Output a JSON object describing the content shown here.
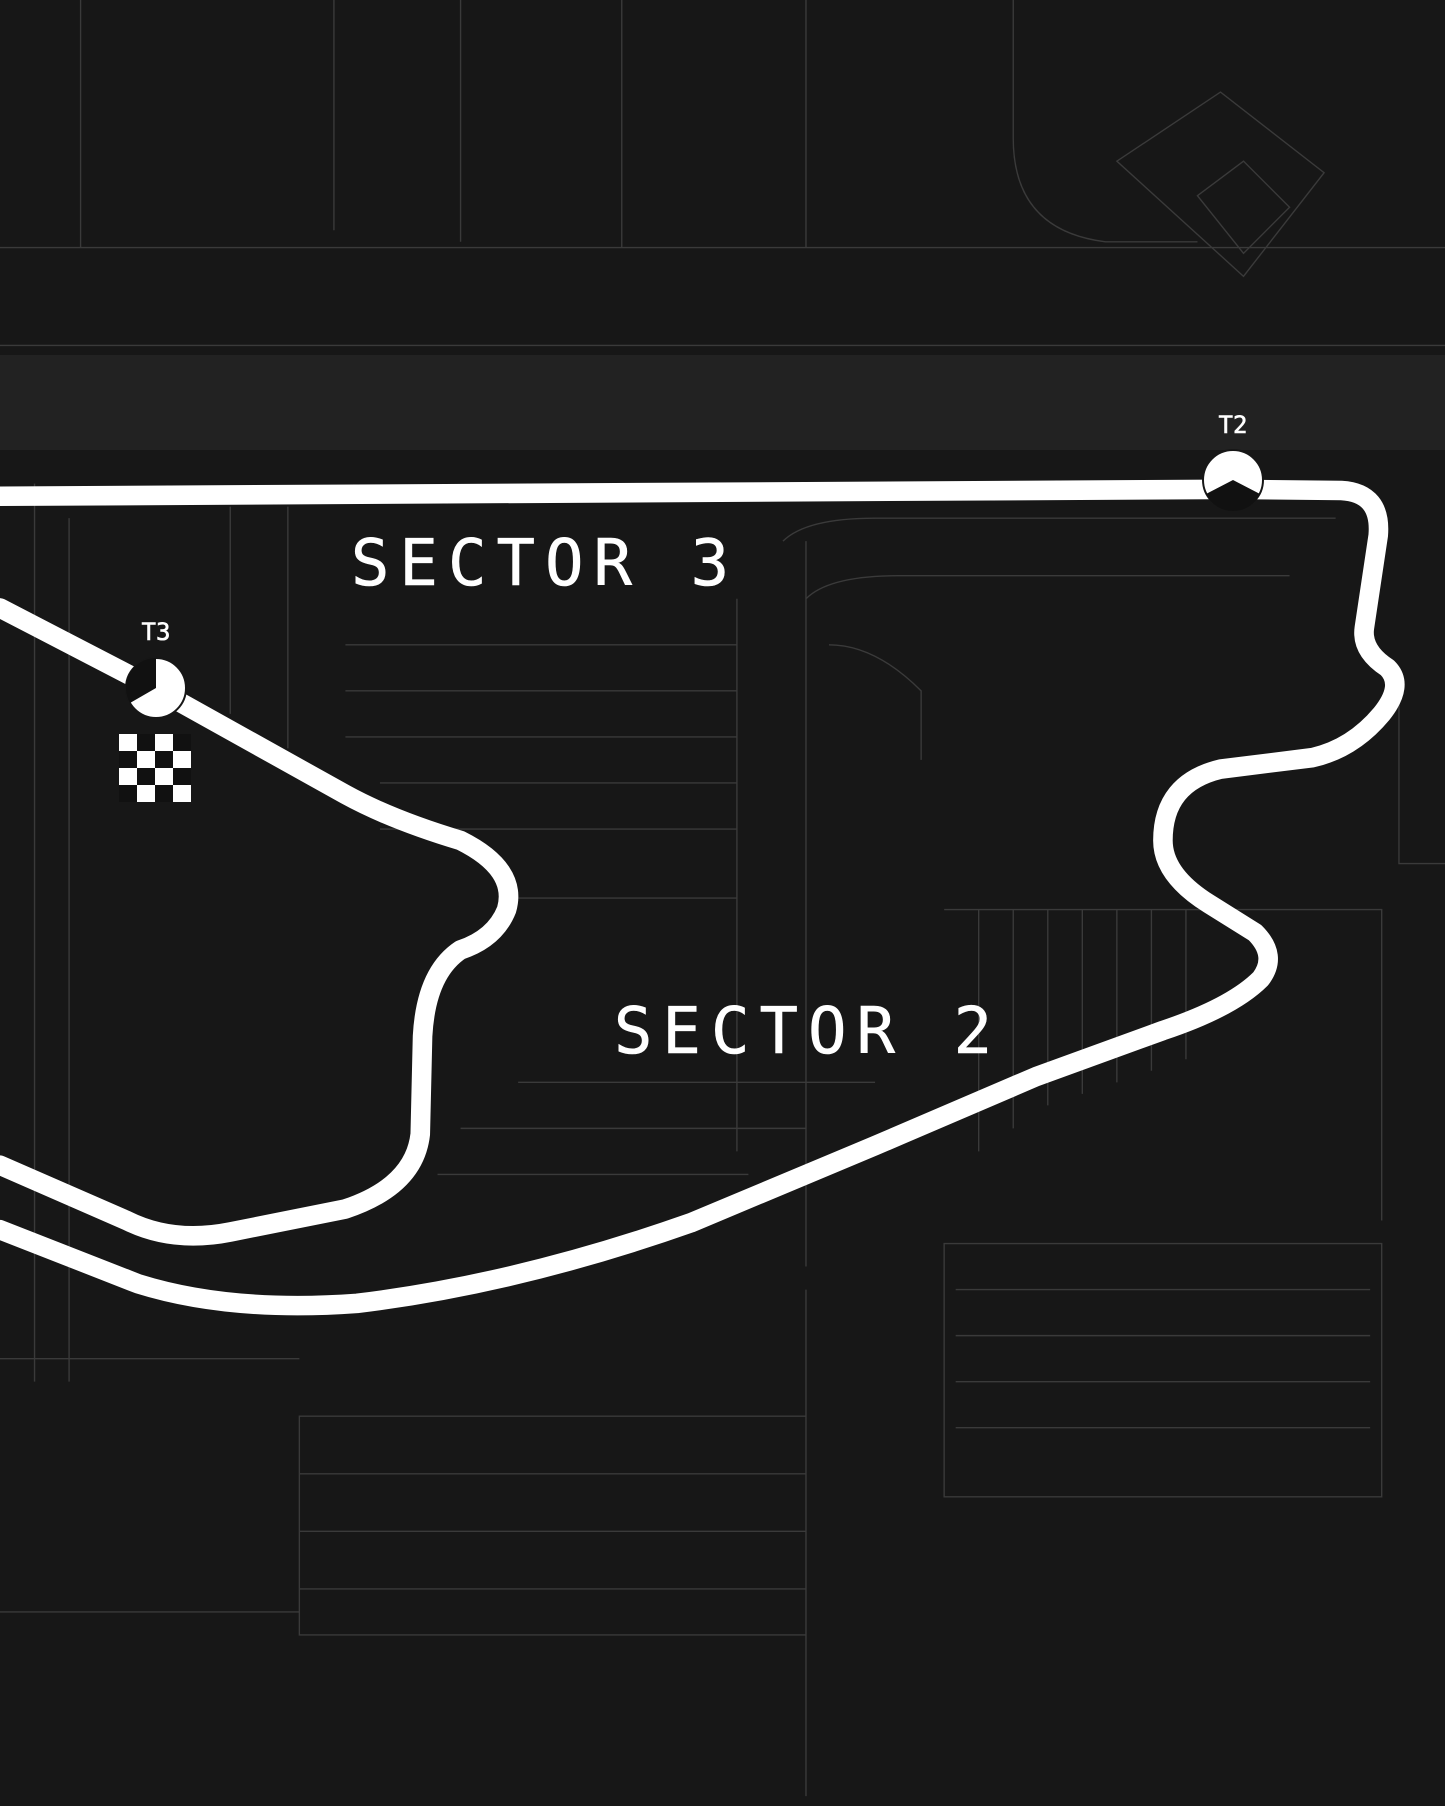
{
  "map": {
    "sectors": [
      {
        "id": "sector-3",
        "label": "SECTOR 3"
      },
      {
        "id": "sector-2",
        "label": "SECTOR 2"
      }
    ],
    "turns": [
      {
        "id": "t2",
        "label": "T2"
      },
      {
        "id": "t3",
        "label": "T3"
      }
    ],
    "colors": {
      "background": "#171717",
      "track": "#ffffff",
      "streets": "#3a3a3a"
    }
  }
}
